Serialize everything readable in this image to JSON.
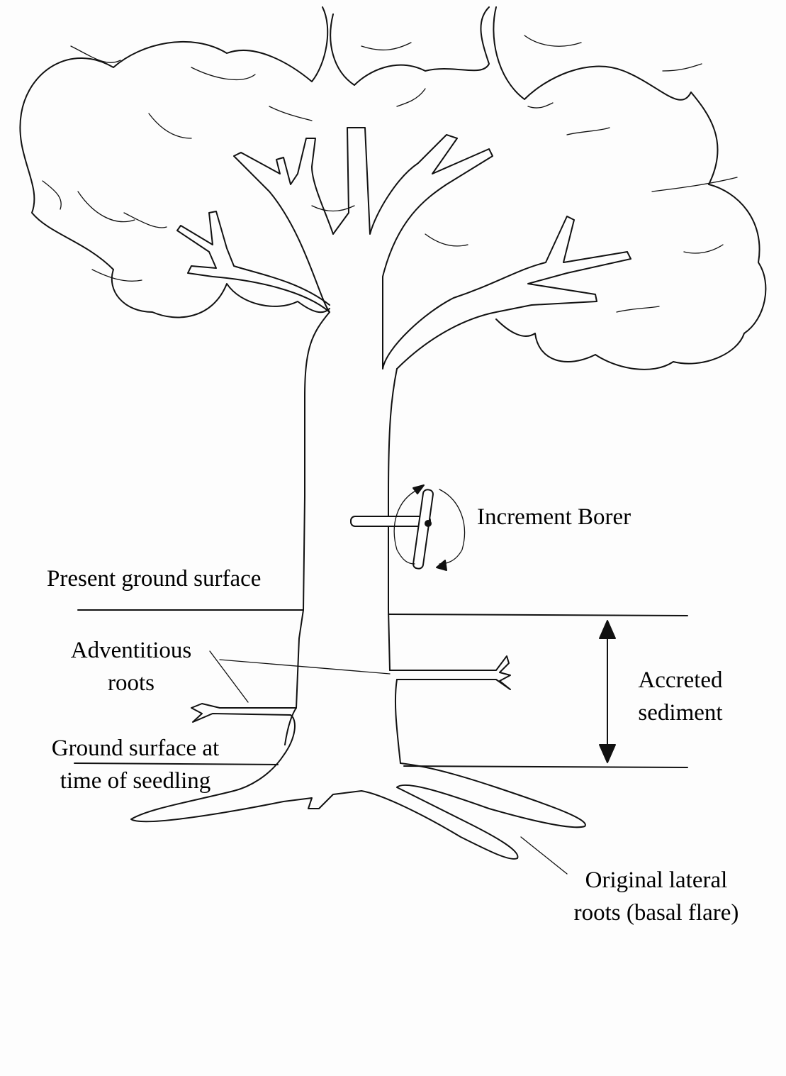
{
  "labels": {
    "increment_borer": "Increment Borer",
    "present_ground": "Present ground surface",
    "adventitious_1": "Adventitious",
    "adventitious_2": "roots",
    "ground_seedling_1": "Ground surface at",
    "ground_seedling_2": "time of seedling",
    "accreted_1": "Accreted",
    "accreted_2": "sediment",
    "lateral_1": "Original lateral",
    "lateral_2": "roots (basal flare)"
  }
}
